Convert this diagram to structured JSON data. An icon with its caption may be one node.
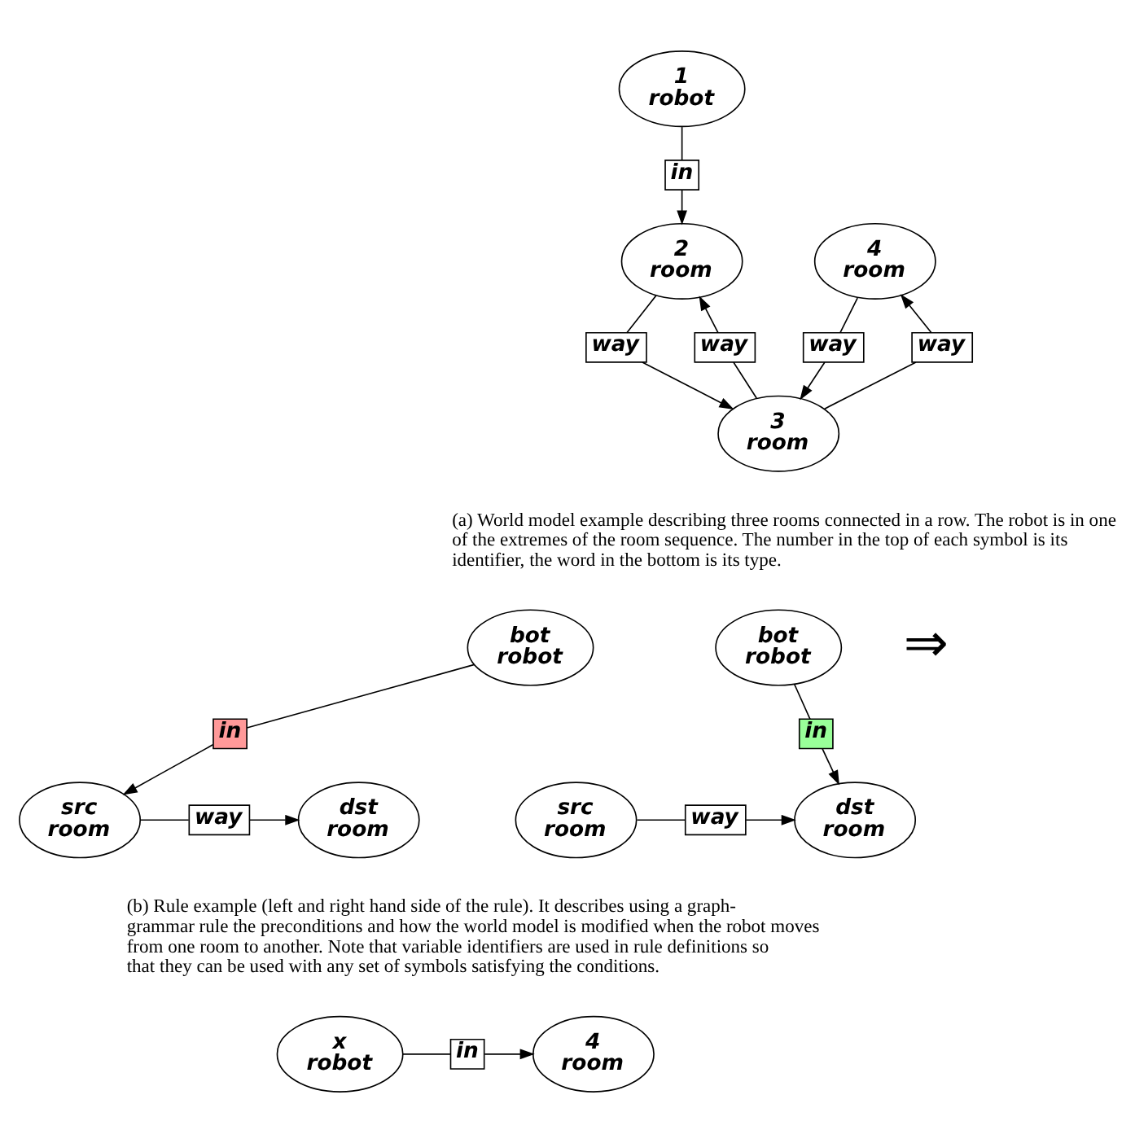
{
  "diagram": {
    "nodes": [
      {
        "text": [
          "1",
          "robot"
        ]
      },
      {
        "text": [
          "in"
        ]
      },
      {
        "text": [
          "2",
          "room"
        ]
      },
      {
        "text": [
          "4",
          "room"
        ]
      },
      {
        "text": [
          "way"
        ]
      },
      {
        "text": [
          "way"
        ]
      },
      {
        "text": [
          "way"
        ]
      },
      {
        "text": [
          "way"
        ]
      },
      {
        "text": [
          "3",
          "room"
        ]
      },
      {
        "text": [
          "bot",
          "robot"
        ]
      },
      {
        "text": [
          "in"
        ]
      },
      {
        "text": [
          "src",
          "room"
        ]
      },
      {
        "text": [
          "way"
        ]
      },
      {
        "text": [
          "dst",
          "room"
        ]
      },
      {
        "text": [
          "bot",
          "robot"
        ]
      },
      {
        "text": [
          "in"
        ]
      },
      {
        "text": [
          "src",
          "room"
        ]
      },
      {
        "text": [
          "way"
        ]
      },
      {
        "text": [
          "dst",
          "room"
        ]
      },
      {
        "text": [
          "x",
          "robot"
        ]
      },
      {
        "text": [
          "in"
        ]
      },
      {
        "text": [
          "4",
          "room"
        ]
      }
    ],
    "edges": [
      {
        "from": 0,
        "to": 1,
        "arrow": "none"
      },
      {
        "from": 1,
        "to": 2,
        "arrow": "to"
      },
      {
        "from": 8,
        "to": 4,
        "arrow": "none"
      },
      {
        "from": 4,
        "to": 2,
        "arrow": "to"
      },
      {
        "from": 2,
        "to": 5,
        "arrow": "none"
      },
      {
        "from": 5,
        "to": 8,
        "arrow": "to"
      },
      {
        "from": 3,
        "to": 6,
        "arrow": "none"
      },
      {
        "from": 6,
        "to": 8,
        "arrow": "to"
      },
      {
        "from": 8,
        "to": 7,
        "arrow": "none"
      },
      {
        "from": 7,
        "to": 3,
        "arrow": "to"
      },
      {
        "from": 9,
        "to": 10,
        "arrow": "none"
      },
      {
        "from": 10,
        "to": 11,
        "arrow": "to"
      },
      {
        "from": 11,
        "to": 12,
        "arrow": "none"
      },
      {
        "from": 12,
        "to": 13,
        "arrow": "to"
      },
      {
        "from": 14,
        "to": 15,
        "arrow": "none"
      },
      {
        "from": 15,
        "to": 18,
        "arrow": "to"
      },
      {
        "from": 16,
        "to": 17,
        "arrow": "none"
      },
      {
        "from": 17,
        "to": 18,
        "arrow": "to"
      },
      {
        "from": 19,
        "to": 20,
        "arrow": "none"
      },
      {
        "from": 20,
        "to": 21,
        "arrow": "to"
      }
    ],
    "labels": [
      "(a) World model example describing three rooms connected in a row. The robot is in one of the extremes of the room sequence. The number in the top of each symbol is its identifier, the word in the bottom is its type.",
      "⇒",
      "(b) Rule example (left and right hand side of the rule). It describes using a graph-grammar rule the preconditions and how the world model is modified when the robot moves from one room to another. Note that variable identifiers are used in rule definitions so that they can be used with any set of symbols satisfying the conditions."
    ]
  }
}
